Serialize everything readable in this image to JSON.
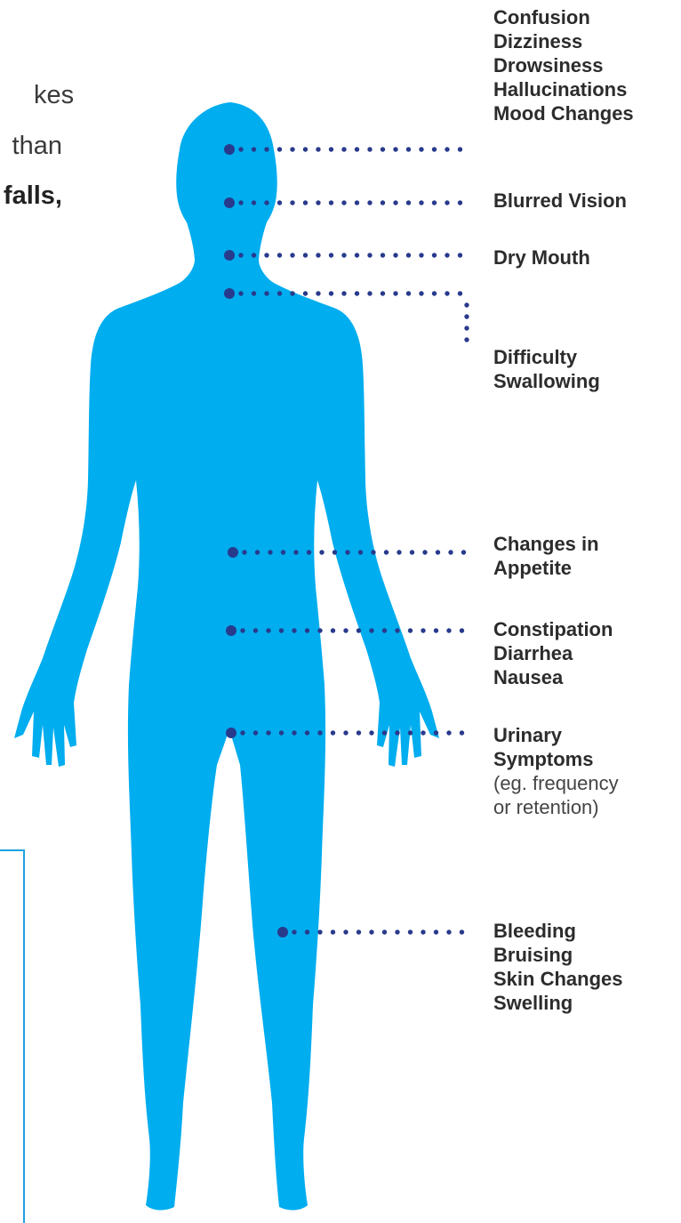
{
  "intro_fragments": [
    {
      "text": "kes",
      "bold": false
    },
    {
      "text": "than",
      "bold": false
    },
    {
      "text": "falls,",
      "bold": true
    }
  ],
  "colors": {
    "body": "#00ADEF",
    "dots": "#283A8C",
    "label_text": "#2C2C2C",
    "box_border": "#1AA3E0"
  },
  "symptom_groups": [
    {
      "id": "head",
      "region": "head",
      "lines": [
        {
          "text": "Confusion",
          "bold": true
        },
        {
          "text": "Dizziness",
          "bold": true
        },
        {
          "text": "Drowsiness",
          "bold": true
        },
        {
          "text": "Hallucinations",
          "bold": true
        },
        {
          "text": "Mood Changes",
          "bold": true
        }
      ]
    },
    {
      "id": "eyes",
      "region": "eyes",
      "lines": [
        {
          "text": "Blurred Vision",
          "bold": true
        }
      ]
    },
    {
      "id": "mouth",
      "region": "mouth",
      "lines": [
        {
          "text": "Dry Mouth",
          "bold": true
        }
      ]
    },
    {
      "id": "throat",
      "region": "throat",
      "lines": [
        {
          "text": "Difficulty",
          "bold": true
        },
        {
          "text": "Swallowing",
          "bold": true
        }
      ]
    },
    {
      "id": "stomach",
      "region": "stomach",
      "lines": [
        {
          "text": "Changes in",
          "bold": true
        },
        {
          "text": "Appetite",
          "bold": true
        }
      ]
    },
    {
      "id": "bowel",
      "region": "abdomen",
      "lines": [
        {
          "text": "Constipation",
          "bold": true
        },
        {
          "text": "Diarrhea",
          "bold": true
        },
        {
          "text": "Nausea",
          "bold": true
        }
      ]
    },
    {
      "id": "urinary",
      "region": "pelvis",
      "lines": [
        {
          "text": "Urinary",
          "bold": true
        },
        {
          "text": "Symptoms",
          "bold": true
        },
        {
          "text": "(eg. frequency",
          "bold": false
        },
        {
          "text": "or retention)",
          "bold": false
        }
      ]
    },
    {
      "id": "skin",
      "region": "leg",
      "lines": [
        {
          "text": "Bleeding",
          "bold": true
        },
        {
          "text": "Bruising",
          "bold": true
        },
        {
          "text": "Skin Changes",
          "bold": true
        },
        {
          "text": "Swelling",
          "bold": true
        }
      ]
    }
  ]
}
